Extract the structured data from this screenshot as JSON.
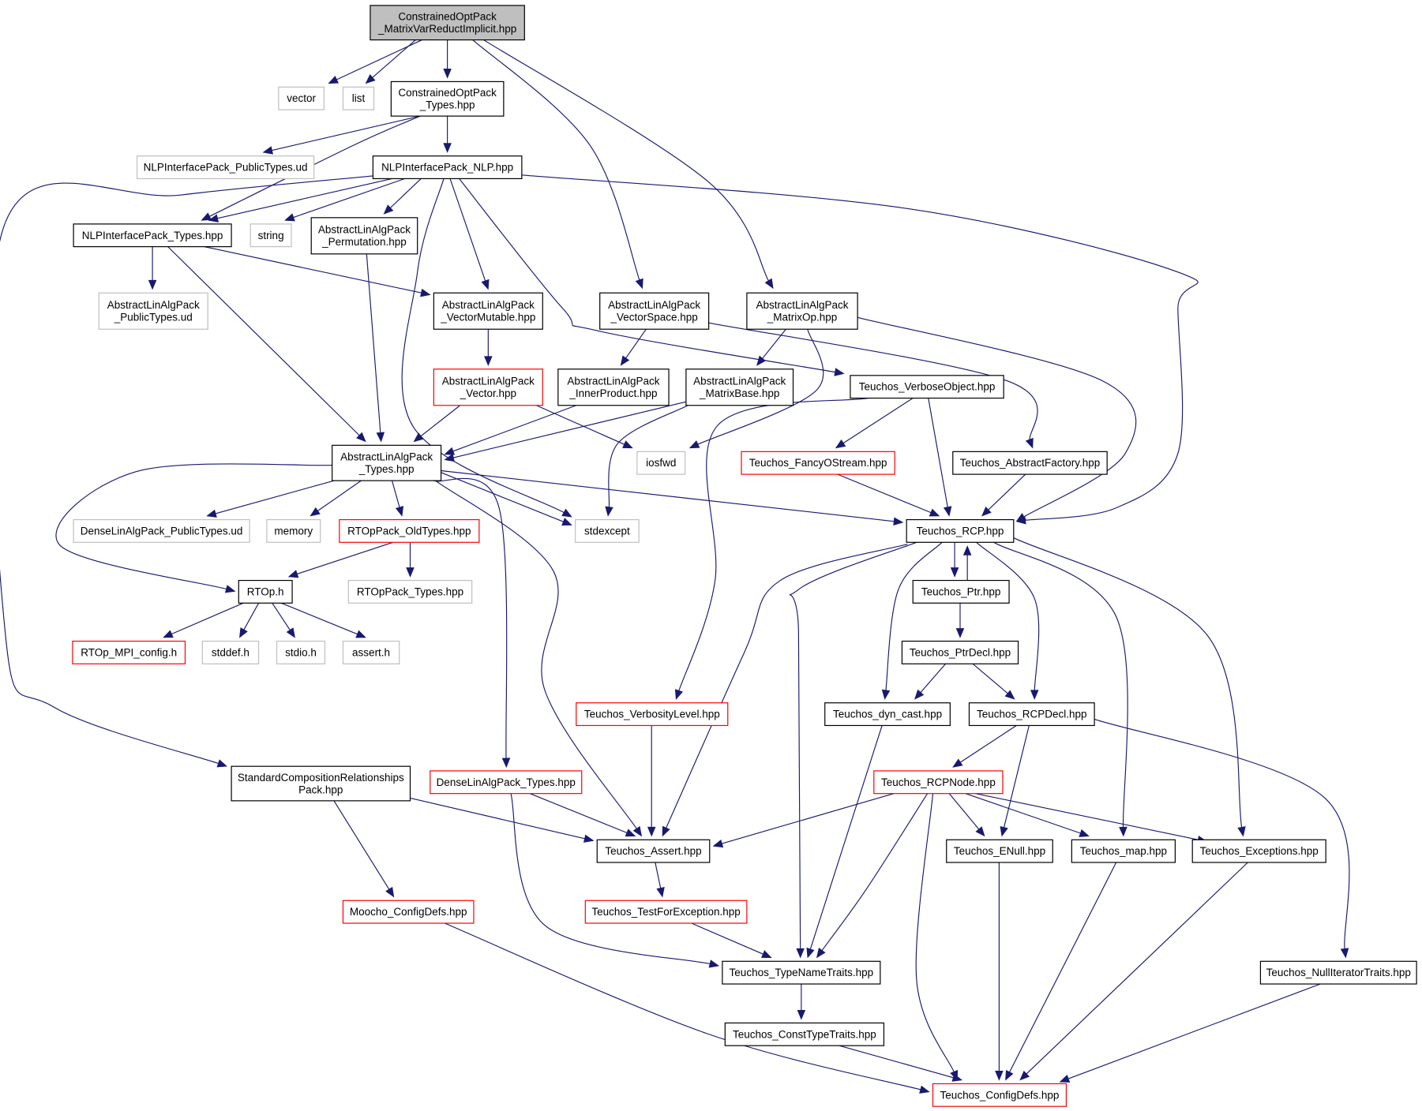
{
  "colors": {
    "edge": "#191970",
    "root_fill": "#bfbfbf",
    "border_documented": "#000000",
    "border_undocumented": "#bfbfbf",
    "border_truncated": "#ff0000",
    "fill": "#ffffff"
  },
  "nodes": [
    {
      "id": "root",
      "lines": [
        "ConstrainedOptPack",
        "_MatrixVarReductImplicit.hpp"
      ],
      "style": "root"
    },
    {
      "id": "vector",
      "lines": [
        "vector"
      ],
      "style": "gray"
    },
    {
      "id": "list",
      "lines": [
        "list"
      ],
      "style": "gray"
    },
    {
      "id": "cop_types",
      "lines": [
        "ConstrainedOptPack",
        "_Types.hpp"
      ],
      "style": "black"
    },
    {
      "id": "nlp_pub",
      "lines": [
        "NLPInterfacePack_PublicTypes.ud"
      ],
      "style": "gray"
    },
    {
      "id": "nlp_nlp",
      "lines": [
        "NLPInterfacePack_NLP.hpp"
      ],
      "style": "black"
    },
    {
      "id": "nlp_types",
      "lines": [
        "NLPInterfacePack_Types.hpp"
      ],
      "style": "black"
    },
    {
      "id": "string",
      "lines": [
        "string"
      ],
      "style": "gray"
    },
    {
      "id": "ala_perm",
      "lines": [
        "AbstractLinAlgPack",
        "_Permutation.hpp"
      ],
      "style": "black"
    },
    {
      "id": "ala_pub",
      "lines": [
        "AbstractLinAlgPack",
        "_PublicTypes.ud"
      ],
      "style": "gray"
    },
    {
      "id": "ala_vmut",
      "lines": [
        "AbstractLinAlgPack",
        "_VectorMutable.hpp"
      ],
      "style": "black"
    },
    {
      "id": "ala_vspace",
      "lines": [
        "AbstractLinAlgPack",
        "_VectorSpace.hpp"
      ],
      "style": "black"
    },
    {
      "id": "ala_mop",
      "lines": [
        "AbstractLinAlgPack",
        "_MatrixOp.hpp"
      ],
      "style": "black"
    },
    {
      "id": "ala_vec",
      "lines": [
        "AbstractLinAlgPack",
        "_Vector.hpp"
      ],
      "style": "red"
    },
    {
      "id": "ala_inner",
      "lines": [
        "AbstractLinAlgPack",
        "_InnerProduct.hpp"
      ],
      "style": "black"
    },
    {
      "id": "ala_mbase",
      "lines": [
        "AbstractLinAlgPack",
        "_MatrixBase.hpp"
      ],
      "style": "black"
    },
    {
      "id": "t_verbobj",
      "lines": [
        "Teuchos_VerboseObject.hpp"
      ],
      "style": "black"
    },
    {
      "id": "ala_types",
      "lines": [
        "AbstractLinAlgPack",
        "_Types.hpp"
      ],
      "style": "black"
    },
    {
      "id": "iosfwd",
      "lines": [
        "iosfwd"
      ],
      "style": "gray"
    },
    {
      "id": "t_fancy",
      "lines": [
        "Teuchos_FancyOStream.hpp"
      ],
      "style": "red"
    },
    {
      "id": "t_absfac",
      "lines": [
        "Teuchos_AbstractFactory.hpp"
      ],
      "style": "black"
    },
    {
      "id": "dla_pub",
      "lines": [
        "DenseLinAlgPack_PublicTypes.ud"
      ],
      "style": "gray"
    },
    {
      "id": "memory",
      "lines": [
        "memory"
      ],
      "style": "gray"
    },
    {
      "id": "rtop_old",
      "lines": [
        "RTOpPack_OldTypes.hpp"
      ],
      "style": "red"
    },
    {
      "id": "stdexcept",
      "lines": [
        "stdexcept"
      ],
      "style": "gray"
    },
    {
      "id": "t_rcp",
      "lines": [
        "Teuchos_RCP.hpp"
      ],
      "style": "black"
    },
    {
      "id": "rtop_h",
      "lines": [
        "RTOp.h"
      ],
      "style": "black"
    },
    {
      "id": "rtoppack_types",
      "lines": [
        "RTOpPack_Types.hpp"
      ],
      "style": "gray"
    },
    {
      "id": "t_ptr",
      "lines": [
        "Teuchos_Ptr.hpp"
      ],
      "style": "black"
    },
    {
      "id": "rtop_mpi",
      "lines": [
        "RTOp_MPI_config.h"
      ],
      "style": "red"
    },
    {
      "id": "stddef",
      "lines": [
        "stddef.h"
      ],
      "style": "gray"
    },
    {
      "id": "stdio",
      "lines": [
        "stdio.h"
      ],
      "style": "gray"
    },
    {
      "id": "assert_h",
      "lines": [
        "assert.h"
      ],
      "style": "gray"
    },
    {
      "id": "t_ptrdecl",
      "lines": [
        "Teuchos_PtrDecl.hpp"
      ],
      "style": "black"
    },
    {
      "id": "t_verblevel",
      "lines": [
        "Teuchos_VerbosityLevel.hpp"
      ],
      "style": "red"
    },
    {
      "id": "t_dyncast",
      "lines": [
        "Teuchos_dyn_cast.hpp"
      ],
      "style": "black"
    },
    {
      "id": "t_rcpdecl",
      "lines": [
        "Teuchos_RCPDecl.hpp"
      ],
      "style": "black"
    },
    {
      "id": "scr_pack",
      "lines": [
        "StandardCompositionRelationships",
        "Pack.hpp"
      ],
      "style": "black"
    },
    {
      "id": "dla_types",
      "lines": [
        "DenseLinAlgPack_Types.hpp"
      ],
      "style": "red"
    },
    {
      "id": "t_rcpnode",
      "lines": [
        "Teuchos_RCPNode.hpp"
      ],
      "style": "red"
    },
    {
      "id": "t_assert",
      "lines": [
        "Teuchos_Assert.hpp"
      ],
      "style": "black"
    },
    {
      "id": "t_enull",
      "lines": [
        "Teuchos_ENull.hpp"
      ],
      "style": "black"
    },
    {
      "id": "t_map",
      "lines": [
        "Teuchos_map.hpp"
      ],
      "style": "black"
    },
    {
      "id": "t_exc",
      "lines": [
        "Teuchos_Exceptions.hpp"
      ],
      "style": "black"
    },
    {
      "id": "moocho_cfg",
      "lines": [
        "Moocho_ConfigDefs.hpp"
      ],
      "style": "red"
    },
    {
      "id": "t_testexc",
      "lines": [
        "Teuchos_TestForException.hpp"
      ],
      "style": "red"
    },
    {
      "id": "t_typename",
      "lines": [
        "Teuchos_TypeNameTraits.hpp"
      ],
      "style": "black"
    },
    {
      "id": "t_nulliter",
      "lines": [
        "Teuchos_NullIteratorTraits.hpp"
      ],
      "style": "black"
    },
    {
      "id": "t_consttype",
      "lines": [
        "Teuchos_ConstTypeTraits.hpp"
      ],
      "style": "black"
    },
    {
      "id": "t_cfg",
      "lines": [
        "Teuchos_ConfigDefs.hpp"
      ],
      "style": "red"
    }
  ],
  "edges": [
    [
      "root",
      "vector"
    ],
    [
      "root",
      "list"
    ],
    [
      "root",
      "cop_types"
    ],
    [
      "root",
      "ala_vspace"
    ],
    [
      "root",
      "ala_mop"
    ],
    [
      "cop_types",
      "nlp_pub"
    ],
    [
      "cop_types",
      "nlp_nlp"
    ],
    [
      "cop_types",
      "nlp_types"
    ],
    [
      "nlp_nlp",
      "nlp_types"
    ],
    [
      "nlp_nlp",
      "string"
    ],
    [
      "nlp_nlp",
      "ala_perm"
    ],
    [
      "nlp_nlp",
      "ala_vmut"
    ],
    [
      "nlp_nlp",
      "t_verbobj"
    ],
    [
      "nlp_nlp",
      "stdexcept"
    ],
    [
      "nlp_nlp",
      "t_rcp"
    ],
    [
      "nlp_nlp",
      "scr_pack"
    ],
    [
      "nlp_types",
      "ala_pub"
    ],
    [
      "nlp_types",
      "ala_vmut"
    ],
    [
      "nlp_types",
      "ala_types"
    ],
    [
      "ala_perm",
      "ala_types"
    ],
    [
      "ala_vmut",
      "ala_vec"
    ],
    [
      "ala_vspace",
      "ala_inner"
    ],
    [
      "ala_vspace",
      "t_absfac"
    ],
    [
      "ala_mop",
      "ala_mbase"
    ],
    [
      "ala_mop",
      "iosfwd"
    ],
    [
      "ala_mop",
      "t_rcp"
    ],
    [
      "ala_vec",
      "ala_types"
    ],
    [
      "ala_vec",
      "iosfwd"
    ],
    [
      "ala_inner",
      "ala_types"
    ],
    [
      "ala_mbase",
      "ala_types"
    ],
    [
      "ala_mbase",
      "stdexcept"
    ],
    [
      "t_verbobj",
      "t_fancy"
    ],
    [
      "t_verbobj",
      "t_rcp"
    ],
    [
      "t_verbobj",
      "t_verblevel"
    ],
    [
      "ala_types",
      "dla_pub"
    ],
    [
      "ala_types",
      "memory"
    ],
    [
      "ala_types",
      "rtop_old"
    ],
    [
      "ala_types",
      "stdexcept"
    ],
    [
      "ala_types",
      "t_rcp"
    ],
    [
      "ala_types",
      "rtop_h"
    ],
    [
      "ala_types",
      "dla_types"
    ],
    [
      "ala_types",
      "t_assert"
    ],
    [
      "t_fancy",
      "t_rcp"
    ],
    [
      "t_absfac",
      "t_rcp"
    ],
    [
      "rtop_old",
      "rtop_h"
    ],
    [
      "rtop_old",
      "rtoppack_types"
    ],
    [
      "rtop_h",
      "rtop_mpi"
    ],
    [
      "rtop_h",
      "stddef"
    ],
    [
      "rtop_h",
      "stdio"
    ],
    [
      "rtop_h",
      "assert_h"
    ],
    [
      "t_rcp",
      "t_ptr"
    ],
    [
      "t_ptr",
      "t_rcp"
    ],
    [
      "t_rcp",
      "t_dyncast"
    ],
    [
      "t_rcp",
      "t_rcpdecl"
    ],
    [
      "t_rcp",
      "t_assert"
    ],
    [
      "t_rcp",
      "t_typename"
    ],
    [
      "t_rcp",
      "t_map"
    ],
    [
      "t_rcp",
      "t_exc"
    ],
    [
      "t_ptr",
      "t_ptrdecl"
    ],
    [
      "t_ptrdecl",
      "t_dyncast"
    ],
    [
      "t_ptrdecl",
      "t_rcpdecl"
    ],
    [
      "t_verblevel",
      "t_assert"
    ],
    [
      "t_dyncast",
      "t_typename"
    ],
    [
      "t_rcpdecl",
      "t_rcpnode"
    ],
    [
      "t_rcpdecl",
      "t_enull"
    ],
    [
      "t_rcpdecl",
      "t_nulliter"
    ],
    [
      "scr_pack",
      "t_assert"
    ],
    [
      "scr_pack",
      "moocho_cfg"
    ],
    [
      "dla_types",
      "t_assert"
    ],
    [
      "dla_types",
      "t_typename"
    ],
    [
      "t_rcpnode",
      "t_assert"
    ],
    [
      "t_rcpnode",
      "t_enull"
    ],
    [
      "t_rcpnode",
      "t_map"
    ],
    [
      "t_rcpnode",
      "t_exc"
    ],
    [
      "t_rcpnode",
      "t_typename"
    ],
    [
      "t_rcpnode",
      "t_cfg"
    ],
    [
      "t_assert",
      "t_testexc"
    ],
    [
      "t_enull",
      "t_cfg"
    ],
    [
      "t_map",
      "t_cfg"
    ],
    [
      "t_exc",
      "t_cfg"
    ],
    [
      "moocho_cfg",
      "t_cfg"
    ],
    [
      "t_testexc",
      "t_typename"
    ],
    [
      "t_typename",
      "t_consttype"
    ],
    [
      "t_nulliter",
      "t_cfg"
    ],
    [
      "t_consttype",
      "t_cfg"
    ]
  ]
}
